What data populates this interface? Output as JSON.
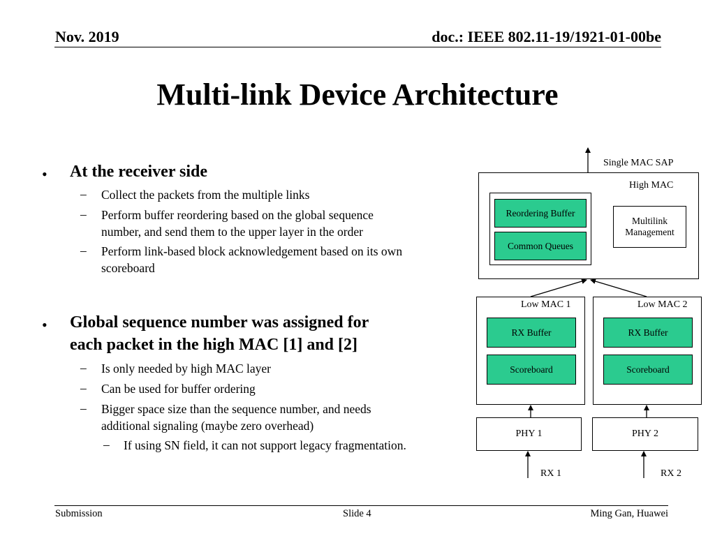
{
  "header": {
    "date": "Nov. 2019",
    "doc": "doc.: IEEE 802.11-19/1921-01-00be"
  },
  "title": "Multi-link Device Architecture",
  "bullets": {
    "b1": {
      "text": "At the receiver side",
      "subs": [
        "Collect the packets from the multiple links",
        "Perform buffer reordering based on the global sequence",
        "number, and send them to the upper layer in the order",
        "Perform link-based block acknowledgement based on its own",
        "scoreboard"
      ]
    },
    "b2": {
      "line1": "Global sequence number was assigned for",
      "line2": "each packet in the high MAC [1] and [2]",
      "subs": [
        "Is only needed by high MAC layer",
        "Can be used for buffer ordering",
        "Bigger space size than the sequence number, and needs",
        "additional signaling (maybe zero overhead)"
      ],
      "subsub": "If using SN field, it can not support legacy fragmentation."
    }
  },
  "diagram": {
    "sap": "Single MAC SAP",
    "high_mac": "High MAC",
    "reordering_buffer": "Reordering Buffer",
    "common_queues": "Common Queues",
    "multilink_1": "Multilink",
    "multilink_2": "Management",
    "low_mac_1": "Low MAC 1",
    "low_mac_2": "Low MAC 2",
    "rx_buffer": "RX Buffer",
    "scoreboard": "Scoreboard",
    "phy1": "PHY 1",
    "phy2": "PHY 2",
    "rx1": "RX 1",
    "rx2": "RX 2"
  },
  "colors": {
    "green_block": "#2bcb8f"
  },
  "footer": {
    "left": "Submission",
    "center": "Slide 4",
    "right": "Ming Gan, Huawei"
  }
}
